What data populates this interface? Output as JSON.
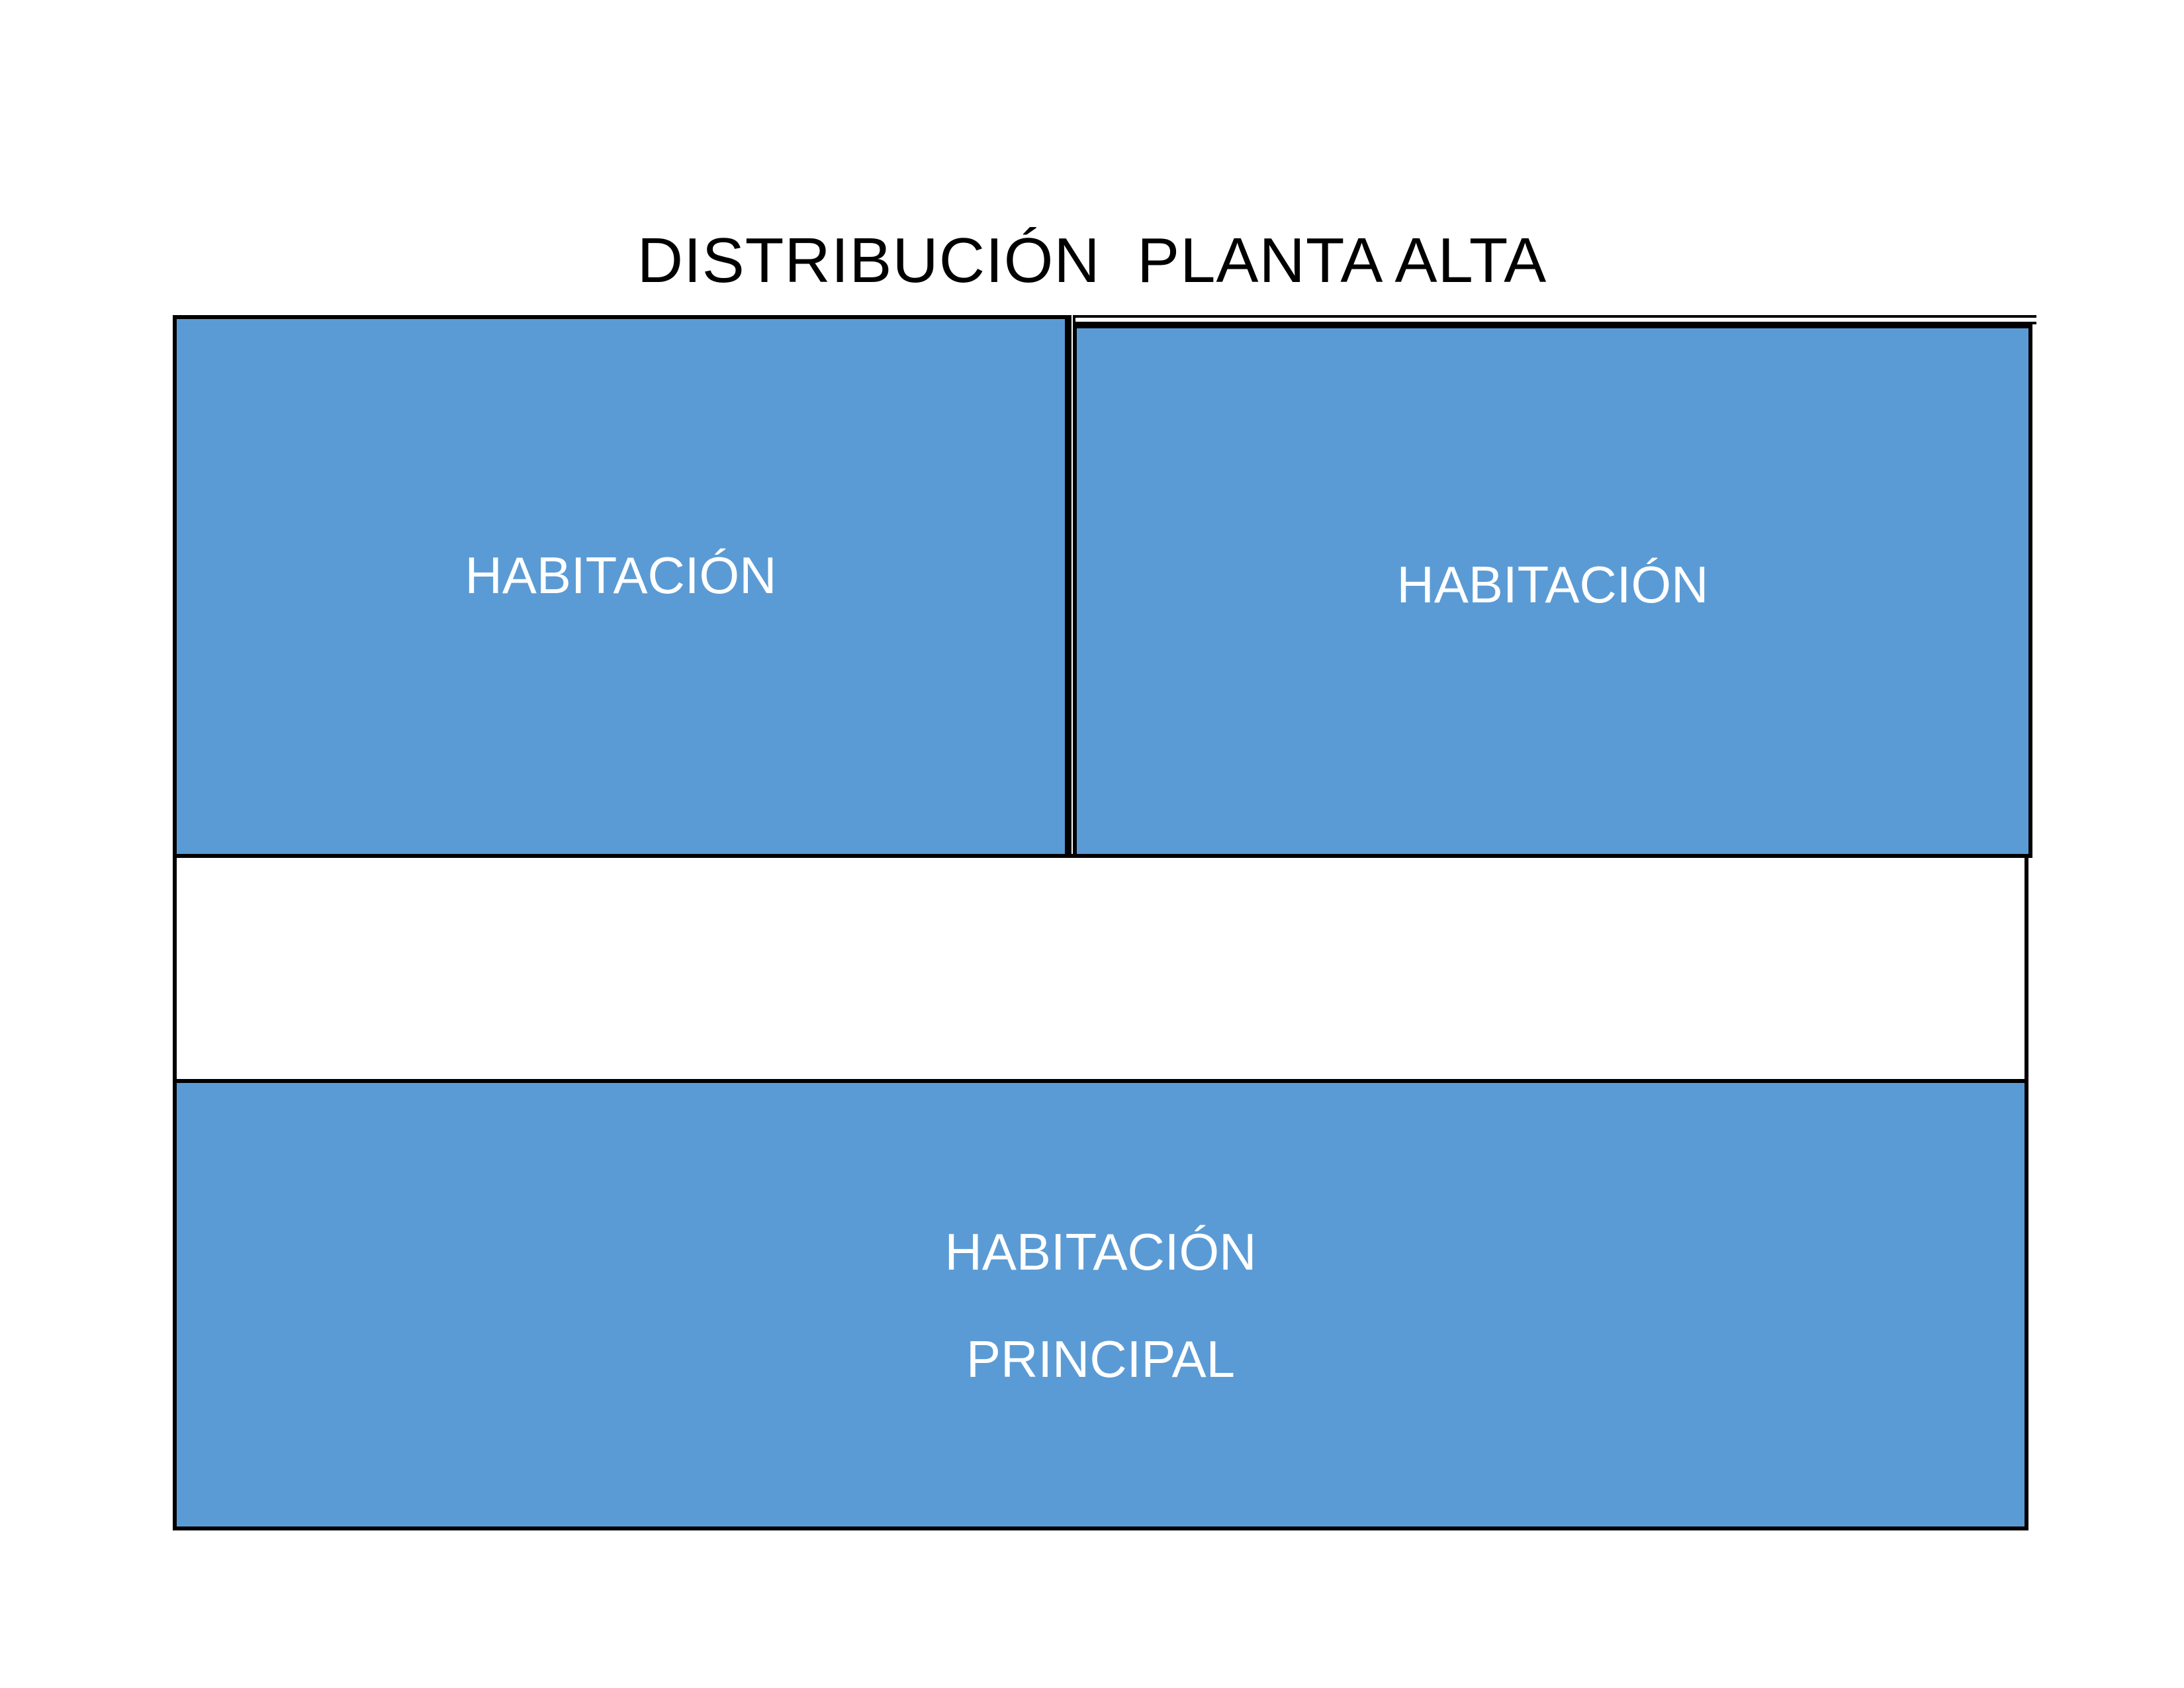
{
  "title": "DISTRIBUCIÓN  PLANTA ALTA",
  "colors": {
    "room_fill": "#5B9BD5",
    "wall": "#000000",
    "label": "#FFFFFF",
    "background": "#FFFFFF"
  },
  "rooms": [
    {
      "label_lines": [
        "HABITACIÓN"
      ]
    },
    {
      "label_lines": [
        "HABITACIÓN"
      ]
    },
    {
      "label_lines": []
    },
    {
      "label_lines": [
        "HABITACIÓN",
        "PRINCIPAL"
      ]
    }
  ]
}
